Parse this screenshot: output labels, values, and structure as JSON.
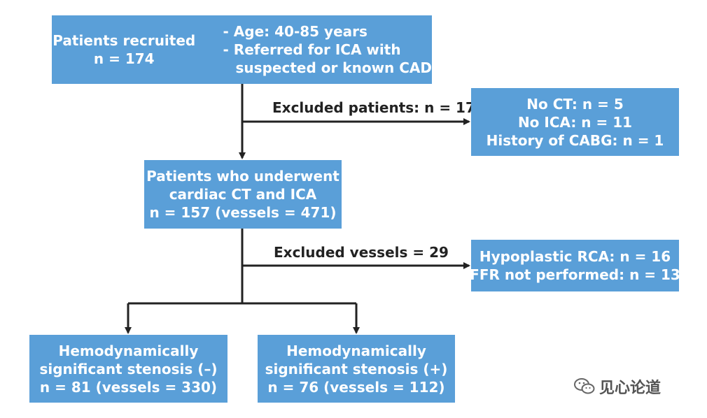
{
  "recruited": {
    "title": "Patients recruited",
    "count": "n = 174",
    "criteria": [
      "- Age: 40-85 years",
      "- Referred for ICA with",
      "suspected or known CAD"
    ]
  },
  "excluded_patients": {
    "label": "Excluded patients: n = 17",
    "reasons": [
      "No CT: n = 5",
      "No ICA: n = 11",
      "History of CABG: n = 1"
    ]
  },
  "underwent": {
    "lines": [
      "Patients who underwent",
      "cardiac CT and ICA",
      "n = 157 (vessels = 471)"
    ]
  },
  "excluded_vessels": {
    "label": "Excluded vessels = 29",
    "reasons": [
      "Hypoplastic RCA: n = 16",
      "FFR not performed: n = 13"
    ]
  },
  "negative": {
    "lines": [
      "Hemodynamically",
      "significant stenosis (–)",
      "n = 81 (vessels = 330)"
    ]
  },
  "positive": {
    "lines": [
      "Hemodynamically",
      "significant stenosis (+)",
      "n = 76 (vessels = 112)"
    ]
  },
  "watermark": {
    "text": "见心论道",
    "icon": "wechat-icon"
  },
  "colors": {
    "box": "#5a9fd8",
    "box_text": "#ffffff",
    "line": "#222222"
  }
}
